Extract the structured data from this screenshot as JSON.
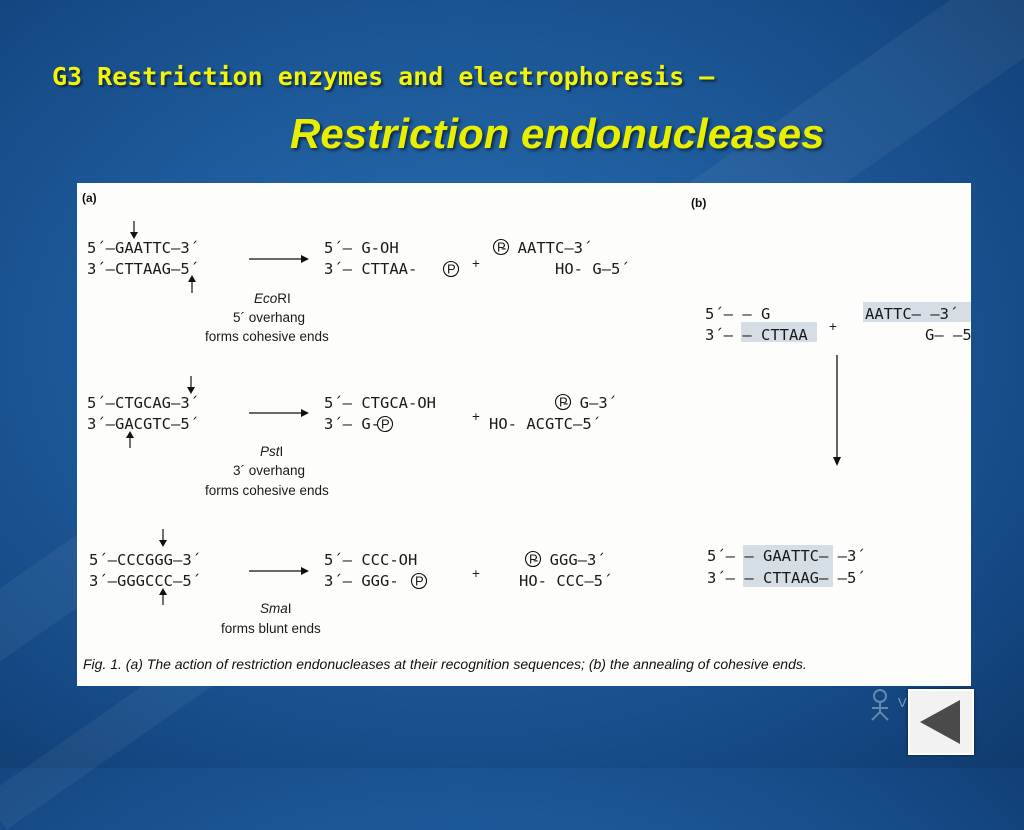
{
  "slide": {
    "title": "G3 Restriction enzymes and electrophoresis —",
    "subtitle": "Restriction endonucleases"
  },
  "figure": {
    "panel_a": "(a)",
    "panel_b": "(b)",
    "enzymes": [
      {
        "top": "5´–GAATTC–3´",
        "bottom": "3´–CTTAAG–5´",
        "p1_top": "5´– G-OH",
        "p1_bottom": "3´– CTTAA- ",
        "p2_top": "  - AATTC–3´",
        "p2_bottom": "HO- G–5´",
        "name_italic": "Eco",
        "name_rest": "RI",
        "overhang": "5´ overhang",
        "ends": "forms cohesive ends"
      },
      {
        "top": "5´–CTGCAG–3´",
        "bottom": "3´–GACGTC–5´",
        "p1_top": "5´– CTGCA-OH",
        "p1_bottom": "3´– G- ",
        "p2_top": "  - G–3´",
        "p2_bottom": "HO- ACGTC–5´",
        "name_italic": "Pst",
        "name_rest": "I",
        "overhang": "3´ overhang",
        "ends": "forms cohesive ends"
      },
      {
        "top": "5´–CCCGGG–3´",
        "bottom": "3´–GGGCCC–5´",
        "p1_top": "5´– CCC-OH",
        "p1_bottom": "3´– GGG- ",
        "p2_top": "  - GGG–3´",
        "p2_bottom": "HO- CCC–5´",
        "name_italic": "Sma",
        "name_rest": "I",
        "overhang": "",
        "ends": "forms blunt ends"
      }
    ],
    "phosphate": "P",
    "plus": "+",
    "annealing": {
      "left_top": "5´– – G",
      "left_bottom": "3´– – CTTAA",
      "right_top": "AATTC– –3´",
      "right_bottom": "G– –5´",
      "result_top": "5´– – GAATTC– –3´",
      "result_bottom": "3´– – CTTAAG– –5´"
    },
    "caption": "Fig. 1.  (a) The action of restriction endonucleases at their recognition sequences; (b) the annealing of cohesive ends."
  },
  "watermark": {
    "text": "VIDIO"
  },
  "nav": {
    "back_icon": "triangle-left-icon"
  }
}
